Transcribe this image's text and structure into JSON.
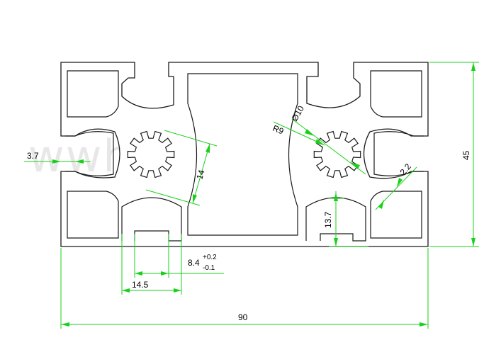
{
  "drawing": {
    "watermark": "wwhslysz.com",
    "colors": {
      "outline": "#1a1a1a",
      "dimension": "#19d119",
      "text": "#000000"
    },
    "dimensions": {
      "overall_width": "90",
      "overall_height": "45",
      "slot_pitch": "14.5",
      "slot_width_value": "8.4",
      "slot_tol_plus": "+0.2",
      "slot_tol_minus": "-0.1",
      "wall": "3.7",
      "flat": "14",
      "radius": "R9",
      "bore": "Ø10",
      "depth": "13.7",
      "rib": "2.2"
    }
  }
}
